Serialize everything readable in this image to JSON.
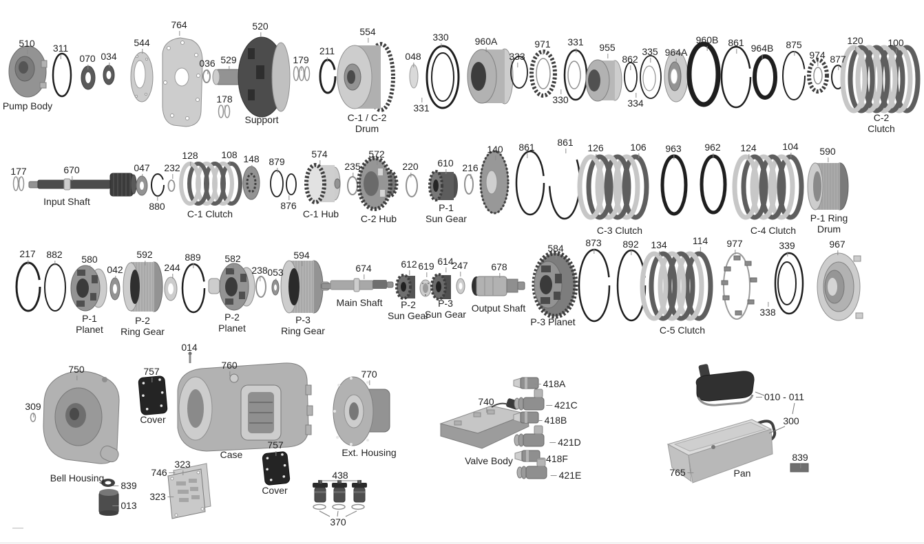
{
  "labels": [
    {
      "id": "510",
      "text": "510"
    },
    {
      "id": "311",
      "text": "311"
    },
    {
      "id": "070",
      "text": "070"
    },
    {
      "id": "034",
      "text": "034"
    },
    {
      "id": "544",
      "text": "544"
    },
    {
      "id": "764",
      "text": "764"
    },
    {
      "id": "036",
      "text": "036"
    },
    {
      "id": "529",
      "text": "529"
    },
    {
      "id": "520",
      "text": "520"
    },
    {
      "id": "178",
      "text": "178"
    },
    {
      "id": "179",
      "text": "179"
    },
    {
      "id": "211",
      "text": "211"
    },
    {
      "id": "554",
      "text": "554"
    },
    {
      "id": "048",
      "text": "048"
    },
    {
      "id": "330a",
      "text": "330"
    },
    {
      "id": "331a",
      "text": "331"
    },
    {
      "id": "960A",
      "text": "960A"
    },
    {
      "id": "333",
      "text": "333"
    },
    {
      "id": "971",
      "text": "971"
    },
    {
      "id": "331b",
      "text": "331"
    },
    {
      "id": "330b",
      "text": "330"
    },
    {
      "id": "955",
      "text": "955"
    },
    {
      "id": "862",
      "text": "862"
    },
    {
      "id": "335",
      "text": "335"
    },
    {
      "id": "334",
      "text": "334"
    },
    {
      "id": "964A",
      "text": "964A"
    },
    {
      "id": "960B",
      "text": "960B"
    },
    {
      "id": "861a",
      "text": "861"
    },
    {
      "id": "964B",
      "text": "964B"
    },
    {
      "id": "875",
      "text": "875"
    },
    {
      "id": "974",
      "text": "974"
    },
    {
      "id": "877",
      "text": "877"
    },
    {
      "id": "120",
      "text": "120"
    },
    {
      "id": "100",
      "text": "100"
    },
    {
      "id": "177",
      "text": "177"
    },
    {
      "id": "670",
      "text": "670"
    },
    {
      "id": "047",
      "text": "047"
    },
    {
      "id": "880",
      "text": "880"
    },
    {
      "id": "232",
      "text": "232"
    },
    {
      "id": "128",
      "text": "128"
    },
    {
      "id": "108",
      "text": "108"
    },
    {
      "id": "148",
      "text": "148"
    },
    {
      "id": "879",
      "text": "879"
    },
    {
      "id": "876",
      "text": "876"
    },
    {
      "id": "574",
      "text": "574"
    },
    {
      "id": "235",
      "text": "235"
    },
    {
      "id": "572",
      "text": "572"
    },
    {
      "id": "220",
      "text": "220"
    },
    {
      "id": "610",
      "text": "610"
    },
    {
      "id": "216",
      "text": "216"
    },
    {
      "id": "140",
      "text": "140"
    },
    {
      "id": "861b",
      "text": "861"
    },
    {
      "id": "861c",
      "text": "861"
    },
    {
      "id": "126",
      "text": "126"
    },
    {
      "id": "106",
      "text": "106"
    },
    {
      "id": "963",
      "text": "963"
    },
    {
      "id": "962",
      "text": "962"
    },
    {
      "id": "124",
      "text": "124"
    },
    {
      "id": "104",
      "text": "104"
    },
    {
      "id": "590",
      "text": "590"
    },
    {
      "id": "217",
      "text": "217"
    },
    {
      "id": "882",
      "text": "882"
    },
    {
      "id": "580",
      "text": "580"
    },
    {
      "id": "042",
      "text": "042"
    },
    {
      "id": "592",
      "text": "592"
    },
    {
      "id": "244",
      "text": "244"
    },
    {
      "id": "889",
      "text": "889"
    },
    {
      "id": "582",
      "text": "582"
    },
    {
      "id": "238",
      "text": "238"
    },
    {
      "id": "053",
      "text": "053"
    },
    {
      "id": "594",
      "text": "594"
    },
    {
      "id": "674",
      "text": "674"
    },
    {
      "id": "612",
      "text": "612"
    },
    {
      "id": "619",
      "text": "619"
    },
    {
      "id": "614",
      "text": "614"
    },
    {
      "id": "247",
      "text": "247"
    },
    {
      "id": "678",
      "text": "678"
    },
    {
      "id": "584",
      "text": "584"
    },
    {
      "id": "873",
      "text": "873"
    },
    {
      "id": "892",
      "text": "892"
    },
    {
      "id": "134",
      "text": "134"
    },
    {
      "id": "114",
      "text": "114"
    },
    {
      "id": "977",
      "text": "977"
    },
    {
      "id": "339",
      "text": "339"
    },
    {
      "id": "338",
      "text": "338"
    },
    {
      "id": "967",
      "text": "967"
    },
    {
      "id": "309",
      "text": "309"
    },
    {
      "id": "750",
      "text": "750"
    },
    {
      "id": "839a",
      "text": "839"
    },
    {
      "id": "013",
      "text": "013"
    },
    {
      "id": "757a",
      "text": "757"
    },
    {
      "id": "014",
      "text": "014"
    },
    {
      "id": "760",
      "text": "760"
    },
    {
      "id": "746",
      "text": "746"
    },
    {
      "id": "323a",
      "text": "323"
    },
    {
      "id": "323b",
      "text": "323"
    },
    {
      "id": "757b",
      "text": "757"
    },
    {
      "id": "770",
      "text": "770"
    },
    {
      "id": "438",
      "text": "438"
    },
    {
      "id": "370",
      "text": "370"
    },
    {
      "id": "740",
      "text": "740"
    },
    {
      "id": "418A",
      "text": "418A"
    },
    {
      "id": "421C",
      "text": "421C"
    },
    {
      "id": "418B",
      "text": "418B"
    },
    {
      "id": "421D",
      "text": "421D"
    },
    {
      "id": "418F",
      "text": "418F"
    },
    {
      "id": "421E",
      "text": "421E"
    },
    {
      "id": "010011",
      "text": "010 - 011"
    },
    {
      "id": "300",
      "text": "300"
    },
    {
      "id": "765",
      "text": "765"
    },
    {
      "id": "839b",
      "text": "839"
    }
  ],
  "captions": [
    {
      "id": "pump_body",
      "text": "Pump Body"
    },
    {
      "id": "support",
      "text": "Support"
    },
    {
      "id": "c12_drum",
      "text": "C-1 / C-2\nDrum"
    },
    {
      "id": "c2_clutch",
      "text": "C-2 Clutch"
    },
    {
      "id": "input_shaft",
      "text": "Input Shaft"
    },
    {
      "id": "c1_clutch",
      "text": "C-1 Clutch"
    },
    {
      "id": "c1_hub",
      "text": "C-1 Hub"
    },
    {
      "id": "c2_hub",
      "text": "C-2 Hub"
    },
    {
      "id": "p1_sun",
      "text": "P-1\nSun Gear"
    },
    {
      "id": "c3_clutch",
      "text": "C-3 Clutch"
    },
    {
      "id": "c4_clutch",
      "text": "C-4 Clutch"
    },
    {
      "id": "p1_ring_drum",
      "text": "P-1 Ring\nDrum"
    },
    {
      "id": "p1_planet",
      "text": "P-1\nPlanet"
    },
    {
      "id": "p2_ring_gear",
      "text": "P-2\nRing Gear"
    },
    {
      "id": "p2_planet",
      "text": "P-2\nPlanet"
    },
    {
      "id": "p3_ring_gear",
      "text": "P-3\nRing Gear"
    },
    {
      "id": "main_shaft",
      "text": "Main Shaft"
    },
    {
      "id": "p2_sun",
      "text": "P-2\nSun Gear"
    },
    {
      "id": "p3_sun",
      "text": "P-3\nSun Gear"
    },
    {
      "id": "output_shaft",
      "text": "Output Shaft"
    },
    {
      "id": "p3_planet",
      "text": "P-3 Planet"
    },
    {
      "id": "c5_clutch",
      "text": "C-5 Clutch"
    },
    {
      "id": "bell_housing",
      "text": "Bell Housing"
    },
    {
      "id": "cover_a",
      "text": "Cover"
    },
    {
      "id": "case",
      "text": "Case"
    },
    {
      "id": "cover_b",
      "text": "Cover"
    },
    {
      "id": "ext_housing",
      "text": "Ext. Housing"
    },
    {
      "id": "valve_body",
      "text": "Valve Body"
    },
    {
      "id": "pan",
      "text": "Pan"
    }
  ]
}
